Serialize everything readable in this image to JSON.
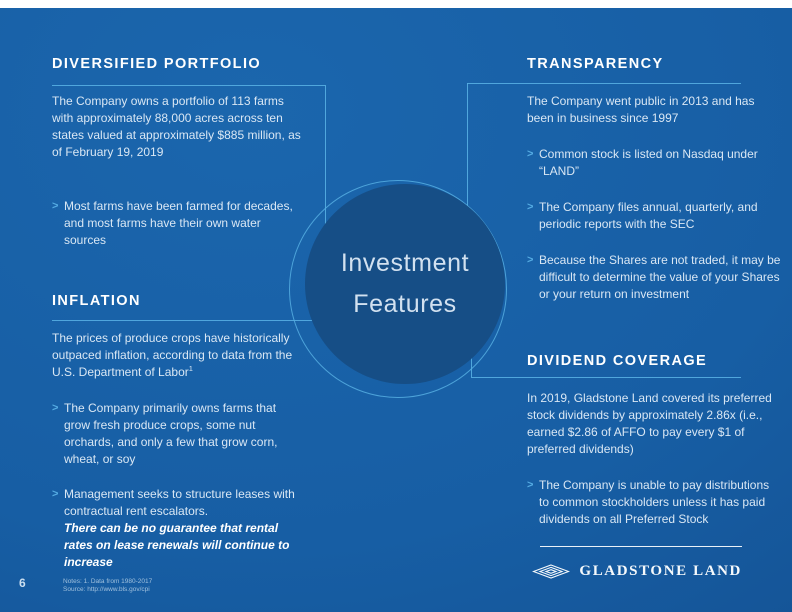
{
  "ui": {
    "bullet_char": ">"
  },
  "colors": {
    "background": "#175EA4",
    "circle_fill": "#164E86",
    "accent_line": "#56AEE2",
    "heading_text": "#FFFFFF",
    "body_text": "#D9E7F4",
    "footer_rule": "#E9F1F8"
  },
  "center_circle": {
    "line1": "Investment",
    "line2": "Features"
  },
  "sections": {
    "diversified_portfolio": {
      "heading": "DIVERSIFIED PORTFOLIO",
      "intro": "The Company owns a portfolio of 113 farms with approximately 88,000 acres across ten states valued at approximately $885 million, as of February 19, 2019",
      "bullets": [
        "Most farms have been farmed for decades, and most farms have their own water sources"
      ]
    },
    "inflation": {
      "heading": "INFLATION",
      "intro": "The prices of produce crops have historically outpaced inflation, according to data from the U.S. Department of Labor",
      "intro_footnote_ref": "1",
      "bullets": [
        "The Company primarily owns farms that grow fresh produce crops, some nut orchards, and only a few that grow corn, wheat, or soy"
      ],
      "management_bullet_lead": "Management seeks to structure leases with contractual rent escalators.",
      "management_bullet_emphasis": "There can be no guarantee that rental rates on lease renewals will continue to increase"
    },
    "transparency": {
      "heading": "TRANSPARENCY",
      "intro": "The Company went public in 2013 and has been in business since 1997",
      "bullets": [
        "Common stock is listed on Nasdaq under “LAND”",
        "The Company files annual, quarterly, and periodic reports with the SEC",
        "Because the Shares are not traded, it may be difficult to determine the value of your Shares or your return on investment"
      ]
    },
    "dividend_coverage": {
      "heading": "DIVIDEND COVERAGE",
      "intro": "In 2019, Gladstone Land covered its preferred stock dividends by approximately 2.86x (i.e., earned $2.86 of AFFO to pay every $1 of preferred dividends)",
      "bullets": [
        "The Company is unable to pay distributions to common stockholders unless it has paid dividends on all Preferred Stock"
      ]
    }
  },
  "footer": {
    "page_number": "6",
    "notes_line1": "Notes: 1. Data from 1980-2017",
    "notes_line2": "Source: http://www.bls.gov/cpi",
    "logo_text": "GLADSTONE LAND"
  }
}
